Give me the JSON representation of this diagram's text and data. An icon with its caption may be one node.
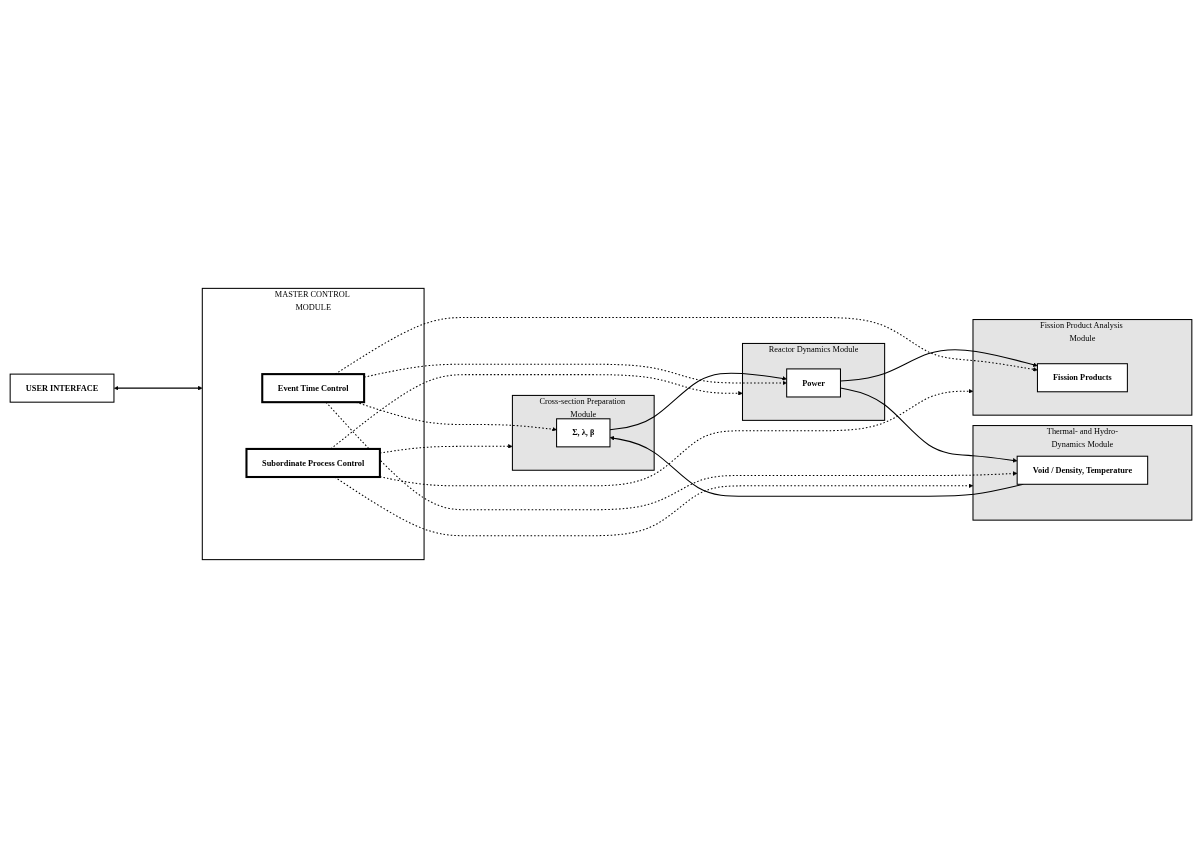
{
  "diagram": {
    "nodes": [
      {
        "text": [
          "USER INTERFACE"
        ]
      },
      {
        "text": [
          "MASTER CONTROL MODULE"
        ]
      },
      {
        "text": [
          "Subordinate Process Control"
        ],
        "in": 1
      },
      {
        "text": [
          "Event Time Control"
        ],
        "in": 1
      },
      {
        "text": [
          "Cross-section Preparation Module"
        ]
      },
      {
        "text": [
          "Σ, λ, β"
        ],
        "in": 4
      },
      {
        "text": [
          "Reactor Dynamics Module"
        ]
      },
      {
        "text": [
          "Power"
        ],
        "in": 6
      },
      {
        "text": [
          "Thermal- and Hydro-Dynamics Module"
        ]
      },
      {
        "text": [
          "Void / Density, Temperature"
        ],
        "in": 8
      },
      {
        "text": [
          "Fission Product Analysis Module"
        ]
      },
      {
        "text": [
          "Fission Products"
        ],
        "in": 10
      }
    ],
    "edges": [
      {
        "from": 0,
        "to": 1,
        "arrow": "both"
      },
      {
        "from": 2,
        "to": 4,
        "arrow": "to",
        "style": "dashed"
      },
      {
        "from": 2,
        "to": 6,
        "arrow": "to",
        "style": "dashed"
      },
      {
        "from": 2,
        "to": 8,
        "arrow": "to",
        "style": "dashed"
      },
      {
        "from": 2,
        "to": 10,
        "arrow": "to",
        "style": "dashed"
      },
      {
        "from": 9,
        "to": 5,
        "arrow": "to"
      },
      {
        "from": 5,
        "to": 7,
        "arrow": "to"
      },
      {
        "from": 7,
        "to": 11,
        "arrow": "to"
      },
      {
        "from": 7,
        "to": 9,
        "arrow": "to"
      },
      {
        "from": 3,
        "to": 5,
        "arrow": "to",
        "style": "dashed"
      },
      {
        "from": 3,
        "to": 7,
        "arrow": "to",
        "style": "dashed"
      },
      {
        "from": 3,
        "to": 9,
        "arrow": "to",
        "style": "dashed"
      },
      {
        "from": 3,
        "to": 11,
        "arrow": "to",
        "style": "dashed"
      }
    ]
  }
}
